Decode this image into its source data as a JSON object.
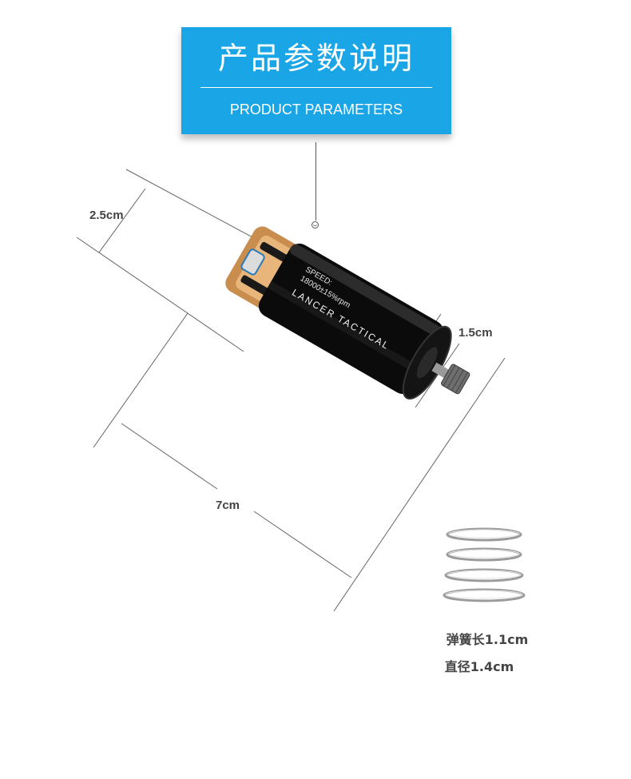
{
  "header": {
    "title_cn": "产品参数说明",
    "title_en": "PRODUCT PARAMETERS",
    "background": "#1aa5e6"
  },
  "dimensions": {
    "width": "2.5cm",
    "shaft": "1.5cm",
    "length": "7cm"
  },
  "motor": {
    "speed_label": "SPEED:",
    "speed_value": "18000±15%rpm",
    "brand": "LANCER TACTICAL",
    "body_color": "#0b0b0b",
    "accent_color": "#d9a066"
  },
  "spring": {
    "length_text": "弹簧长1.1cm",
    "diameter_text": "直径1.4cm"
  }
}
